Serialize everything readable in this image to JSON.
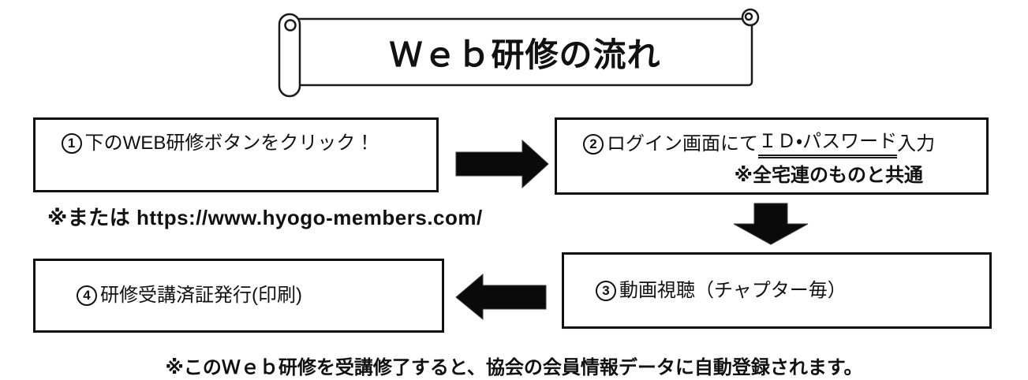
{
  "title": "Ｗｅｂ研修の流れ",
  "steps": {
    "s1": {
      "num": "1",
      "text": "下のWEB研修ボタンをクリック！"
    },
    "s2": {
      "num": "2",
      "prefix": "ログイン画面にて",
      "underlined": "ＩＤ・パスワード",
      "suffix": "入力",
      "note": "※全宅連のものと共通"
    },
    "s3": {
      "num": "3",
      "text": "動画視聴（チャプター毎）"
    },
    "s4": {
      "num": "4",
      "text": "研修受講済証発行(印刷)"
    }
  },
  "url_note": "※または https://www.hyogo-members.com/",
  "footer_note": "※このＷｅｂ研修を受講修了すると、協会の会員情報データに自動登録されます。",
  "icons": {
    "banner": "scroll-banner",
    "flow1": "arrow-right",
    "flow2": "arrow-down",
    "flow3": "arrow-left"
  },
  "colors": {
    "ink": "#111111",
    "paper": "#ffffff"
  }
}
